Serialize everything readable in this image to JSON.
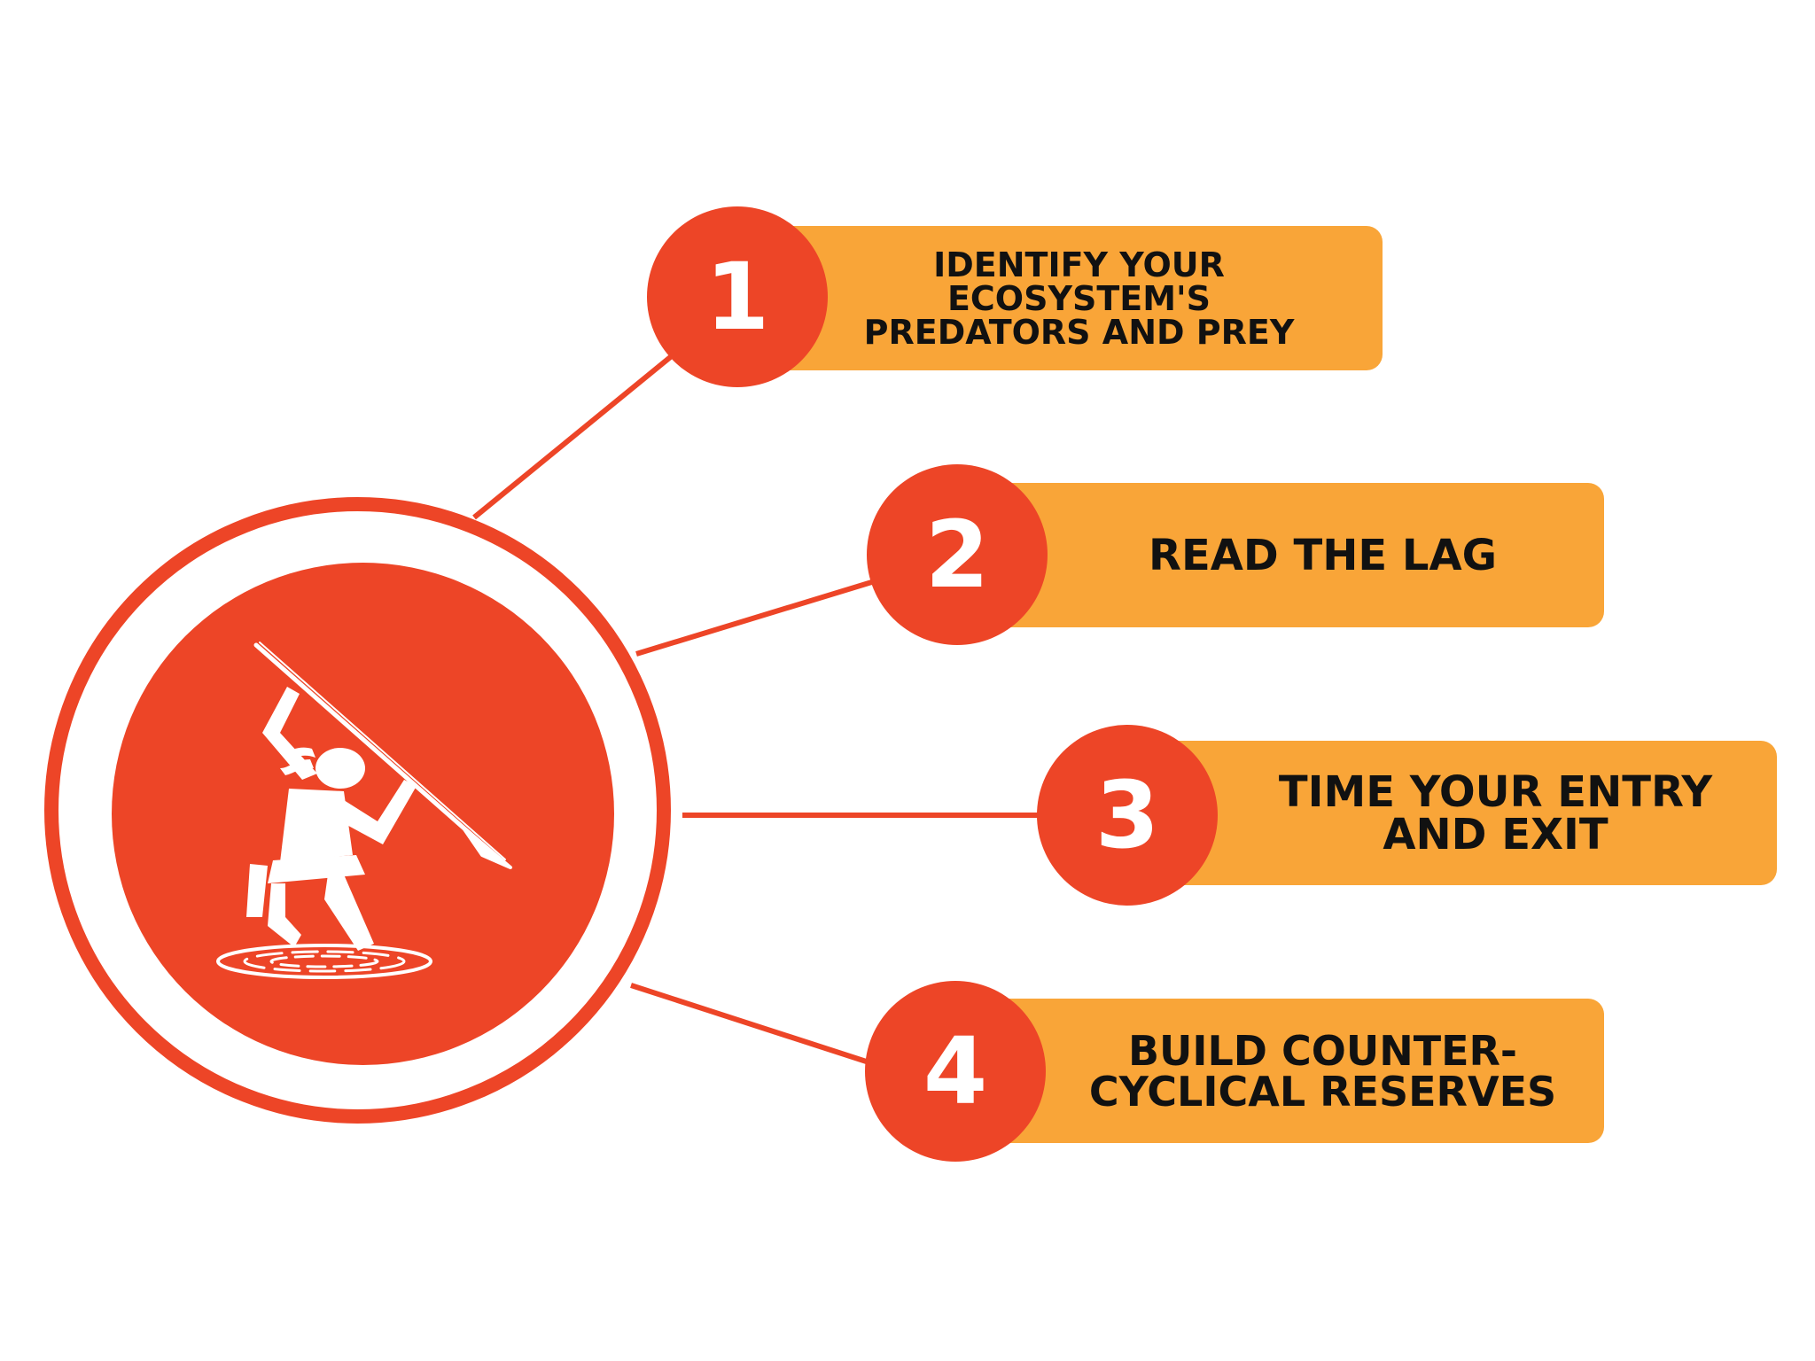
{
  "colors": {
    "accent": "#ed4527",
    "box": "#f9a538",
    "text": "#111111",
    "number": "#ffffff"
  },
  "hub": {
    "icon": "spear-fisher-icon"
  },
  "steps": [
    {
      "number": "1",
      "label": "IDENTIFY YOUR\nECOSYSTEM'S\nPREDATORS AND PREY"
    },
    {
      "number": "2",
      "label": "READ THE LAG"
    },
    {
      "number": "3",
      "label": "TIME YOUR ENTRY\nAND EXIT"
    },
    {
      "number": "4",
      "label": "BUILD COUNTER-\nCYCLICAL RESERVES"
    }
  ]
}
